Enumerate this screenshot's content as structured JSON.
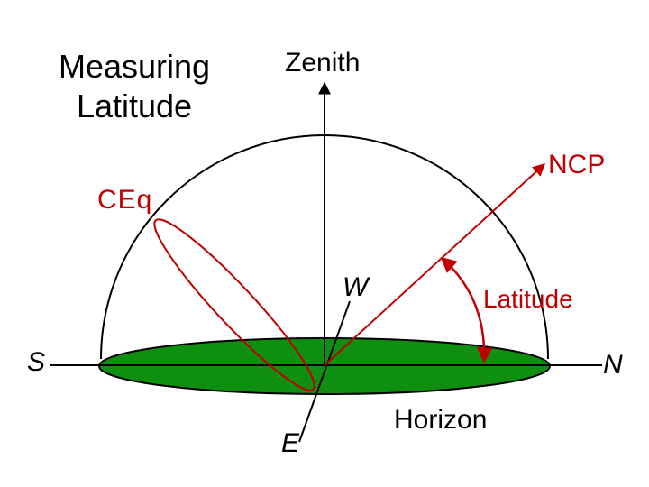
{
  "title": "Measuring Latitude",
  "labels": {
    "zenith": "Zenith",
    "ncp": "NCP",
    "ceq": "CEq",
    "west": "W",
    "latitude": "Latitude",
    "south": "S",
    "north": "N",
    "horizon": "Horizon",
    "east": "E"
  },
  "colors": {
    "horizon_fill": "#0f8f0f",
    "accent": "#c00000",
    "line": "#000000"
  }
}
